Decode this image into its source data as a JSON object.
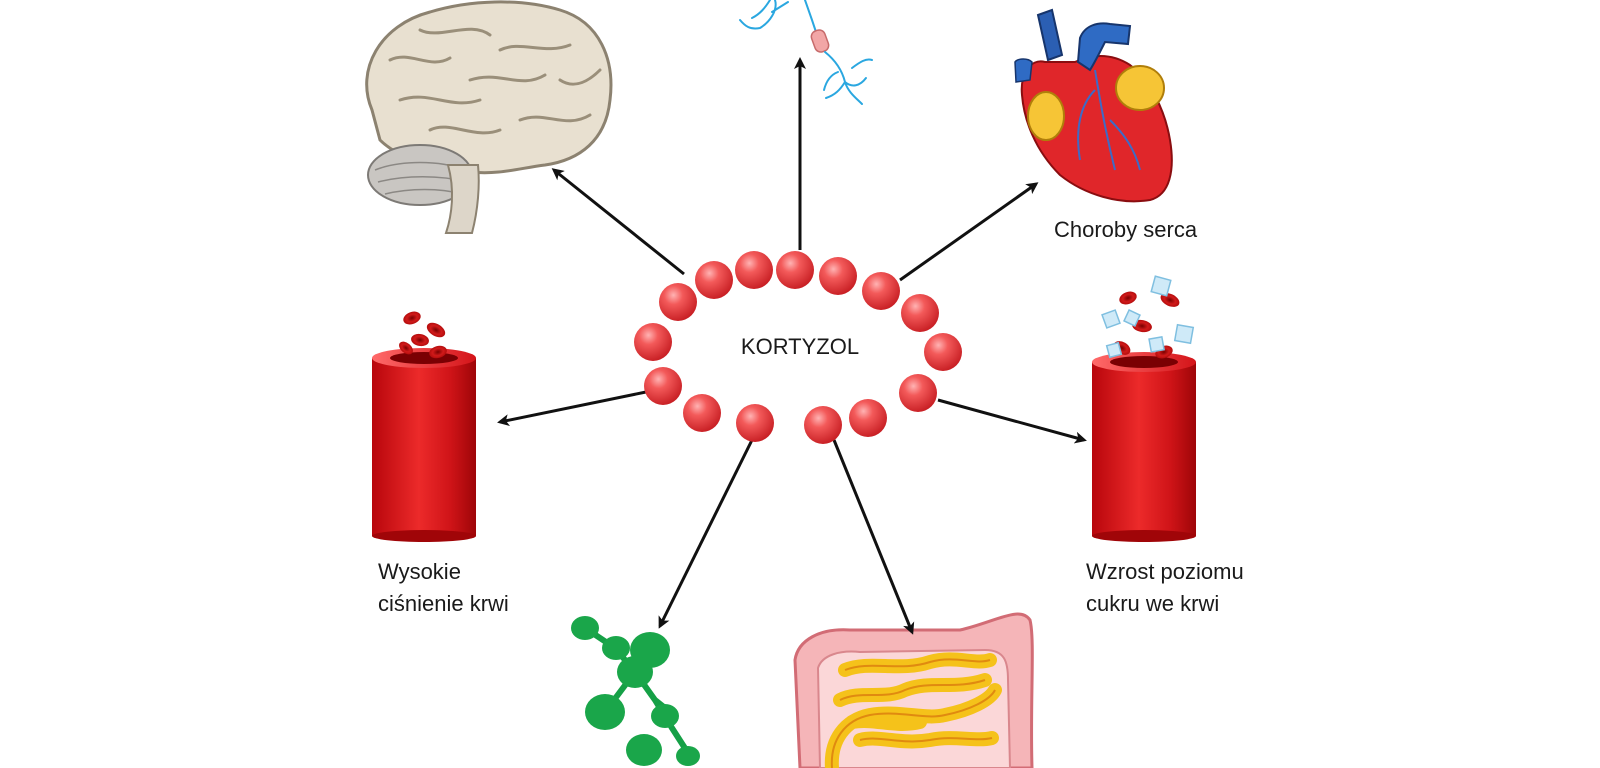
{
  "center": {
    "label": "KORTYZOL"
  },
  "targets": {
    "brain": {
      "label": ""
    },
    "neuron": {
      "label": ""
    },
    "heart": {
      "label": "Choroby serca"
    },
    "high_pressure": {
      "label_line1": "Wysokie",
      "label_line2": "ciśnienie krwi"
    },
    "blood_sugar": {
      "label_line1": "Wzrost poziomu",
      "label_line2": "cukru we krwi"
    },
    "molecule": {
      "label": ""
    },
    "intestine": {
      "label": ""
    }
  },
  "colors": {
    "cortisol_bead": "#e63a3a",
    "arrow": "#111111",
    "vessel": "#d9161b",
    "molecule": "#1aa64a",
    "heart": "#e0262a"
  }
}
